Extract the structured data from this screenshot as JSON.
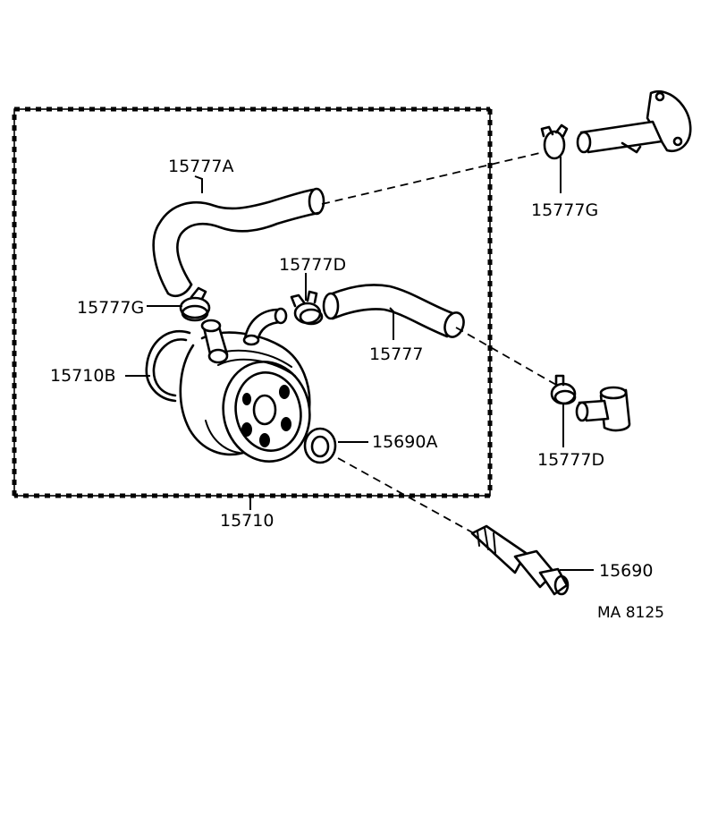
{
  "parts": {
    "hose_upper": "15777A",
    "clamp_right_top": "15777G",
    "clamp_left": "15777G",
    "clamp_mid": "15777D",
    "hose_lower": "15777",
    "clamp_right_bottom": "15777D",
    "gasket_ring": "15710B",
    "washer": "15690A",
    "cooler_assy": "15710",
    "union_bolt": "15690"
  },
  "drawing_code": "MA 8125"
}
